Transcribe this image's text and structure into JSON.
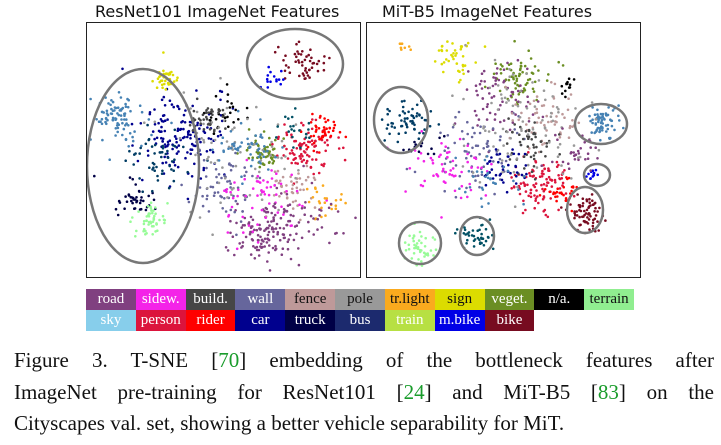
{
  "panels": [
    {
      "title": "ResNet101 ImageNet Features"
    },
    {
      "title": "MiT-B5 ImageNet Features"
    }
  ],
  "legend": [
    {
      "label": "road",
      "color": "#804080",
      "text_color": "#ffffff"
    },
    {
      "label": "sidew.",
      "color": "#f423e8",
      "text_color": "#ffffff"
    },
    {
      "label": "build.",
      "color": "#464646",
      "text_color": "#ffffff"
    },
    {
      "label": "wall",
      "color": "#66669c",
      "text_color": "#ffffff"
    },
    {
      "label": "fence",
      "color": "#be9999",
      "text_color": "#111111"
    },
    {
      "label": "pole",
      "color": "#999999",
      "text_color": "#111111"
    },
    {
      "label": "tr.light",
      "color": "#faaa1e",
      "text_color": "#111111"
    },
    {
      "label": "sign",
      "color": "#dcdc00",
      "text_color": "#111111"
    },
    {
      "label": "veget.",
      "color": "#6b8e23",
      "text_color": "#ffffff"
    },
    {
      "label": "n/a.",
      "color": "#000000",
      "text_color": "#ffffff"
    },
    {
      "label": "terrain",
      "color": "#98fb98",
      "text_color": "#111111"
    },
    {
      "label": "sky",
      "color": "#4682b4",
      "text_color": "#ffffff"
    },
    {
      "label": "person",
      "color": "#dc143c",
      "text_color": "#ffffff"
    },
    {
      "label": "rider",
      "color": "#ff0000",
      "text_color": "#ffffff"
    },
    {
      "label": "car",
      "color": "#00008e",
      "text_color": "#ffffff"
    },
    {
      "label": "truck",
      "color": "#000046",
      "text_color": "#ffffff"
    },
    {
      "label": "bus",
      "color": "#003c64",
      "text_color": "#ffffff"
    },
    {
      "label": "train",
      "color": "#005064",
      "text_color": "#ffffff"
    },
    {
      "label": "m.bike",
      "color": "#0000e6",
      "text_color": "#ffffff"
    },
    {
      "label": "bike",
      "color": "#770b20",
      "text_color": "#ffffff"
    }
  ],
  "legend_layout_note_colors": {
    "sky_cell": "#87ceeb",
    "terrain_cell": "#90ee90",
    "train_cell": "#b7e043",
    "bus_cell": "#1c2a6e"
  },
  "caption": {
    "line1": {
      "pre": "Figure 3. T-SNE [",
      "ref1": "70",
      "post": "] embedding of the bottleneck features after"
    },
    "line2": {
      "pre": "ImageNet pre-training for ResNet101 [",
      "ref1": "24",
      "mid": "] and MiT-B5 [",
      "ref2": "83",
      "post": "] on the"
    },
    "line3": {
      "text": "Cityscapes val. set, showing a better vehicle separability for MiT."
    }
  }
}
